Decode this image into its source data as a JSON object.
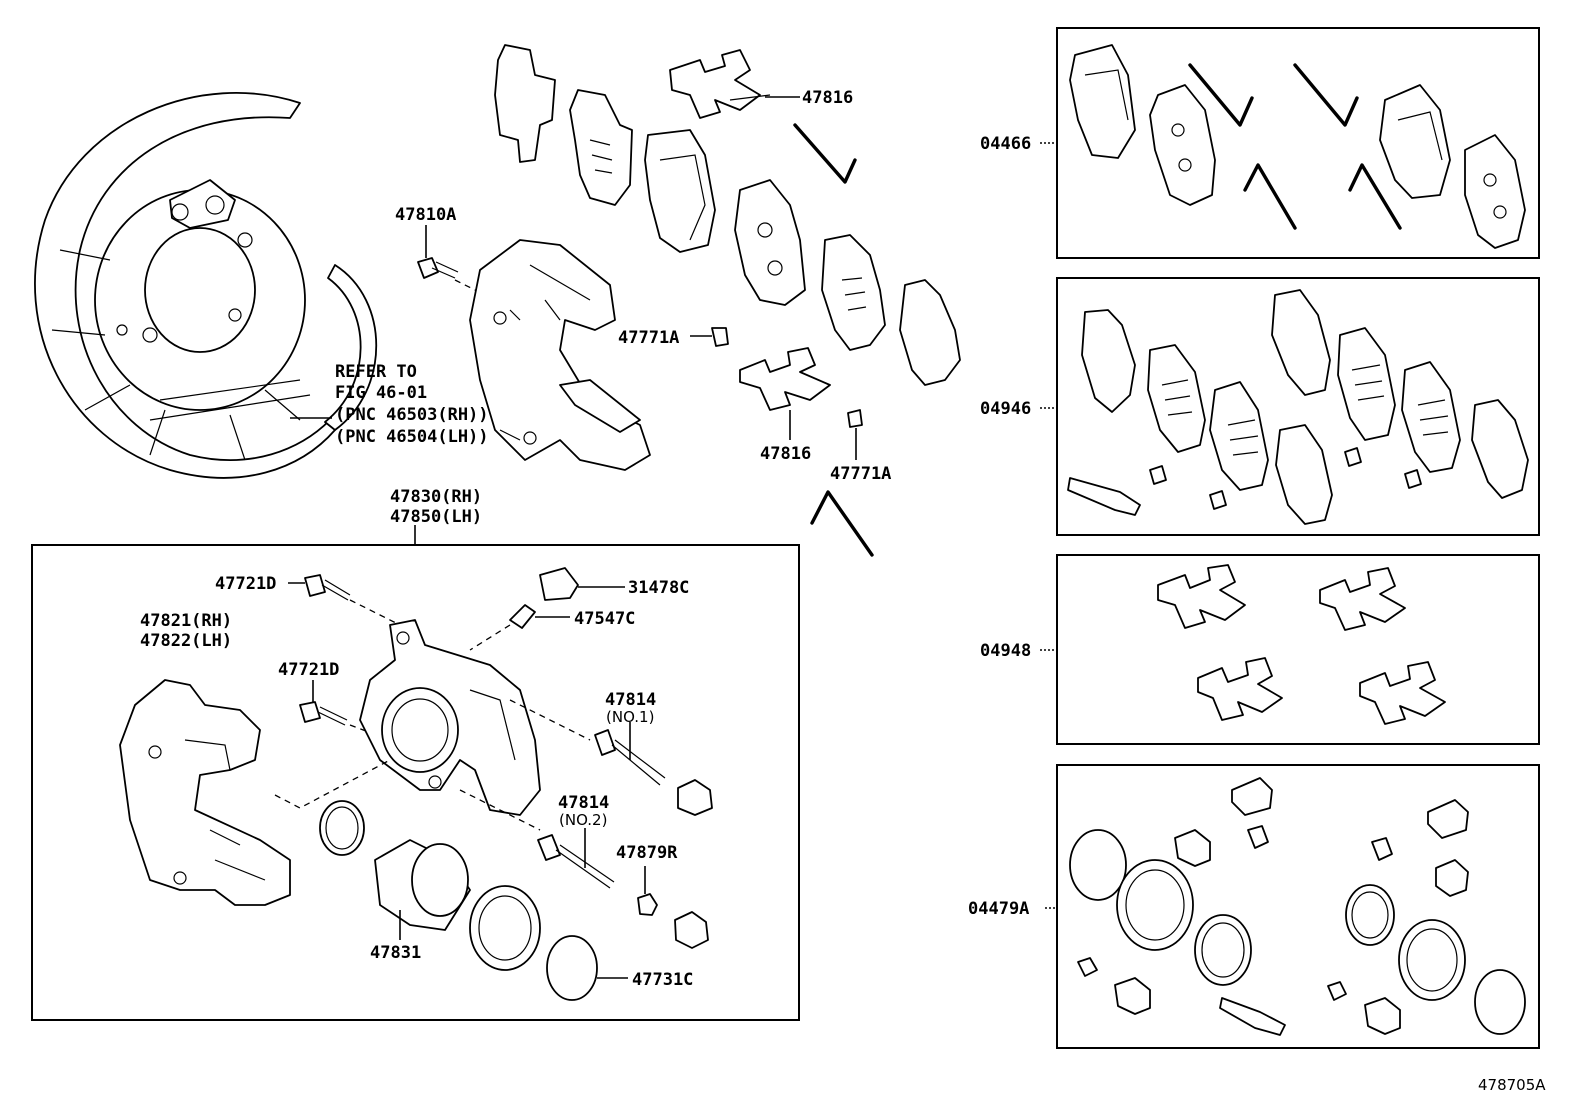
{
  "labels": {
    "p47816_top": "47816",
    "p47810A": "47810A",
    "p47771A_left": "47771A",
    "p47816_bottom": "47816",
    "p47771A_bottom": "47771A",
    "refer_1": "REFER TO",
    "refer_2": "FIG 46-01",
    "refer_3": "(PNC 46503(RH))",
    "refer_4": "(PNC 46504(LH))",
    "p47830": "47830(RH)",
    "p47850": "47850(LH)",
    "p47721D_top": "47721D",
    "p31478C": "31478C",
    "p47547C": "47547C",
    "p47821": "47821(RH)",
    "p47822": "47822(LH)",
    "p47721D_mid": "47721D",
    "p47814_no1": "47814",
    "no1": "(NO.1)",
    "p47814_no2": "47814",
    "no2": "(NO.2)",
    "p47879R": "47879R",
    "p47831": "47831",
    "p47731C": "47731C",
    "k04466": "04466",
    "k04946": "04946",
    "k04948": "04948",
    "k04479A": "04479A",
    "fig_id": "478705A"
  }
}
